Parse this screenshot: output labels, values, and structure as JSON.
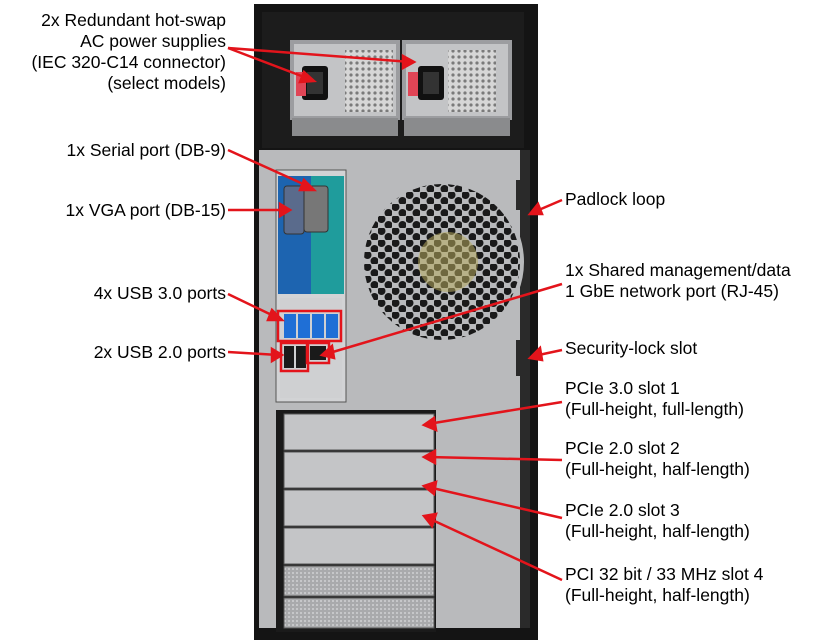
{
  "labels": {
    "psu": [
      "2x Redundant hot-swap",
      "AC power supplies",
      "(IEC 320-C14 connector)",
      "(select models)"
    ],
    "serial": "1x Serial port (DB-9)",
    "vga": "1x VGA port (DB-15)",
    "usb3": "4x USB 3.0 ports",
    "usb2": "2x USB 2.0 ports",
    "padlock": "Padlock loop",
    "network": [
      "1x Shared management/data",
      "1 GbE network port (RJ-45)"
    ],
    "security": "Security-lock slot",
    "slot1": [
      "PCIe 3.0 slot 1",
      "(Full-height, full-length)"
    ],
    "slot2": [
      "PCIe 2.0 slot 2",
      "(Full-height, half-length)"
    ],
    "slot3": [
      "PCIe 2.0 slot 3",
      "(Full-height, half-length)"
    ],
    "slot4": [
      "PCI 32 bit / 33 MHz slot 4",
      "(Full-height, half-length)"
    ]
  },
  "colors": {
    "arrow": "#e3141b",
    "chassis": "#141414",
    "panel": "#b9babc",
    "io_blue": "#1d64b0",
    "io_teal": "#1f9c9c",
    "usb3_blue": "#1f6fd6"
  }
}
